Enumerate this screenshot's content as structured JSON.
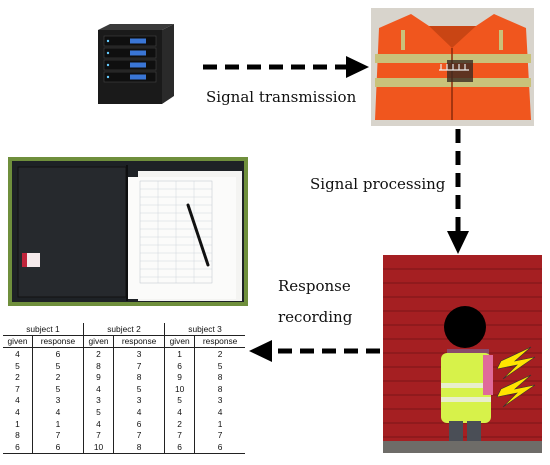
{
  "labels": {
    "transmission": "Signal transmission",
    "processing": "Signal processing",
    "response": "Response",
    "recording": "recording"
  },
  "table": {
    "groups": [
      "subject 1",
      "subject 2",
      "subject 3"
    ],
    "subheaders": [
      "given",
      "response",
      "given",
      "response",
      "given",
      "response"
    ],
    "rows": [
      [
        "4",
        "6",
        "2",
        "3",
        "1",
        "2"
      ],
      [
        "5",
        "5",
        "8",
        "7",
        "6",
        "5"
      ],
      [
        "2",
        "2",
        "9",
        "8",
        "9",
        "8"
      ],
      [
        "7",
        "5",
        "4",
        "5",
        "10",
        "8"
      ],
      [
        "4",
        "3",
        "3",
        "3",
        "5",
        "3"
      ],
      [
        "4",
        "4",
        "5",
        "4",
        "4",
        "4"
      ],
      [
        "1",
        "1",
        "4",
        "6",
        "2",
        "1"
      ],
      [
        "8",
        "7",
        "7",
        "7",
        "7",
        "7"
      ],
      [
        "6",
        "6",
        "10",
        "8",
        "6",
        "6"
      ]
    ]
  },
  "colors": {
    "arrow": "#000000",
    "vest_orange": "#f0561e",
    "vest_stripe": "#c9c27a",
    "door_red": "#a51f22",
    "safety_vest": "#d7f24a",
    "folder_green": "#6a8a3a",
    "server_black": "#1a1a1a",
    "drive_blue": "#3a76d6"
  }
}
